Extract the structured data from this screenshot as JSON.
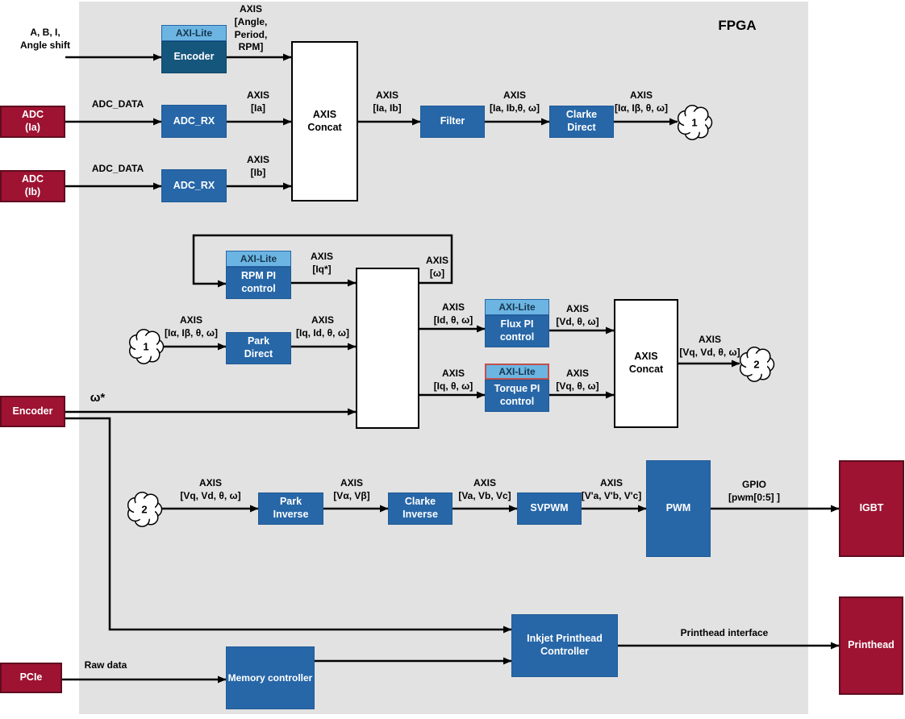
{
  "fpga_label": "FPGA",
  "colors": {
    "background_panel": "#E2E2E2",
    "ip_blue": "#2767A8",
    "ip_navy": "#15567D",
    "axi_lite_blue": "#6CB5E3",
    "external_red": "#9E1332",
    "torque_axi_border": "#C0504D",
    "wire": "#000000"
  },
  "blocks": {
    "encoder_ip": {
      "header": "AXI-Lite",
      "label": "Encoder"
    },
    "adc_rx_a": {
      "label": "ADC_RX"
    },
    "adc_rx_b": {
      "label": "ADC_RX"
    },
    "axis_concat_in": {
      "line1": "AXIS",
      "line2": "Concat"
    },
    "filter": {
      "label": "Filter"
    },
    "clarke_direct": {
      "line1": "Clarke",
      "line2": "Direct"
    },
    "rpm_pi": {
      "header": "AXI-Lite",
      "line1": "RPM PI",
      "line2": "control"
    },
    "park_direct": {
      "line1": "Park",
      "line2": "Direct"
    },
    "flux_pi": {
      "header": "AXI-Lite",
      "line1": "Flux PI",
      "line2": "control"
    },
    "torque_pi": {
      "header": "AXI-Lite",
      "line1": "Torque PI",
      "line2": "control"
    },
    "axis_concat_out": {
      "line1": "AXIS",
      "line2": "Concat"
    },
    "park_inverse": {
      "line1": "Park",
      "line2": "Inverse"
    },
    "clarke_inverse": {
      "line1": "Clarke",
      "line2": "Inverse"
    },
    "svpwm": {
      "label": "SVPWM"
    },
    "pwm": {
      "label": "PWM"
    },
    "memory_controller": {
      "label": "Memory controller"
    },
    "inkjet_controller": {
      "line1": "Inkjet Printhead",
      "line2": "Controller"
    }
  },
  "external": {
    "sensor_inputs": {
      "line1": "A, B, I,",
      "line2": "Angle shift"
    },
    "adc_ia": {
      "line1": "ADC",
      "line2": "(Ia)"
    },
    "adc_ib": {
      "line1": "ADC",
      "line2": "(Ib)"
    },
    "encoder": {
      "label": "Encoder"
    },
    "pcie": {
      "label": "PCIe"
    },
    "igbt": {
      "label": "IGBT"
    },
    "printhead": {
      "label": "Printhead"
    }
  },
  "bus_labels": {
    "enc_out": {
      "l1": "AXIS",
      "l2": "[Angle,",
      "l3": "Period,",
      "l4": "RPM]"
    },
    "adc_data_a": {
      "l1": "ADC_DATA"
    },
    "adc_data_b": {
      "l1": "ADC_DATA"
    },
    "axis_ia": {
      "l1": "AXIS",
      "l2": "[Ia]"
    },
    "axis_ib": {
      "l1": "AXIS",
      "l2": "[Ib]"
    },
    "axis_ia_ib": {
      "l1": "AXIS",
      "l2": "[Ia, Ib]"
    },
    "axis_ia_ib_theta": {
      "l1": "AXIS",
      "l2": "[Ia, Ib,θ, ω]"
    },
    "axis_ialpha_out": {
      "l1": "AXIS",
      "l2": "[Iα, Iβ, θ, ω]"
    },
    "axis_ialpha_in": {
      "l1": "AXIS",
      "l2": "[Iα, Iβ, θ, ω]"
    },
    "axis_iq_star": {
      "l1": "AXIS",
      "l2": "[Iq*]"
    },
    "axis_omega": {
      "l1": "AXIS",
      "l2": "[ω]"
    },
    "axis_iq_id": {
      "l1": "AXIS",
      "l2": "[Iq, Id, θ, ω]"
    },
    "axis_id": {
      "l1": "AXIS",
      "l2": "[Id, θ, ω]"
    },
    "axis_iq": {
      "l1": "AXIS",
      "l2": "[Iq, θ, ω]"
    },
    "axis_vd": {
      "l1": "AXIS",
      "l2": "[Vd, θ, ω]"
    },
    "axis_vq": {
      "l1": "AXIS",
      "l2": "[Vq, θ, ω]"
    },
    "axis_vq_vd_out": {
      "l1": "AXIS",
      "l2": "[Vq, Vd, θ, ω]"
    },
    "axis_vq_vd_in": {
      "l1": "AXIS",
      "l2": "[Vq, Vd, θ, ω]"
    },
    "axis_valpha": {
      "l1": "AXIS",
      "l2": "[Vα, Vβ]"
    },
    "axis_vabc": {
      "l1": "AXIS",
      "l2": "[Va, Vb, Vc]"
    },
    "axis_vprime": {
      "l1": "AXIS",
      "l2": "[V'a, V'b, V'c]"
    },
    "gpio_pwm": {
      "l1": "GPIO",
      "l2": "[pwm[0:5] ]"
    },
    "omega_star": {
      "l1": "ω*"
    },
    "raw_data": {
      "l1": "Raw data"
    },
    "printhead_interface": {
      "l1": "Printhead interface"
    }
  },
  "clouds": {
    "c1_out": "1",
    "c1_in": "1",
    "c2_out": "2",
    "c2_in": "2"
  }
}
